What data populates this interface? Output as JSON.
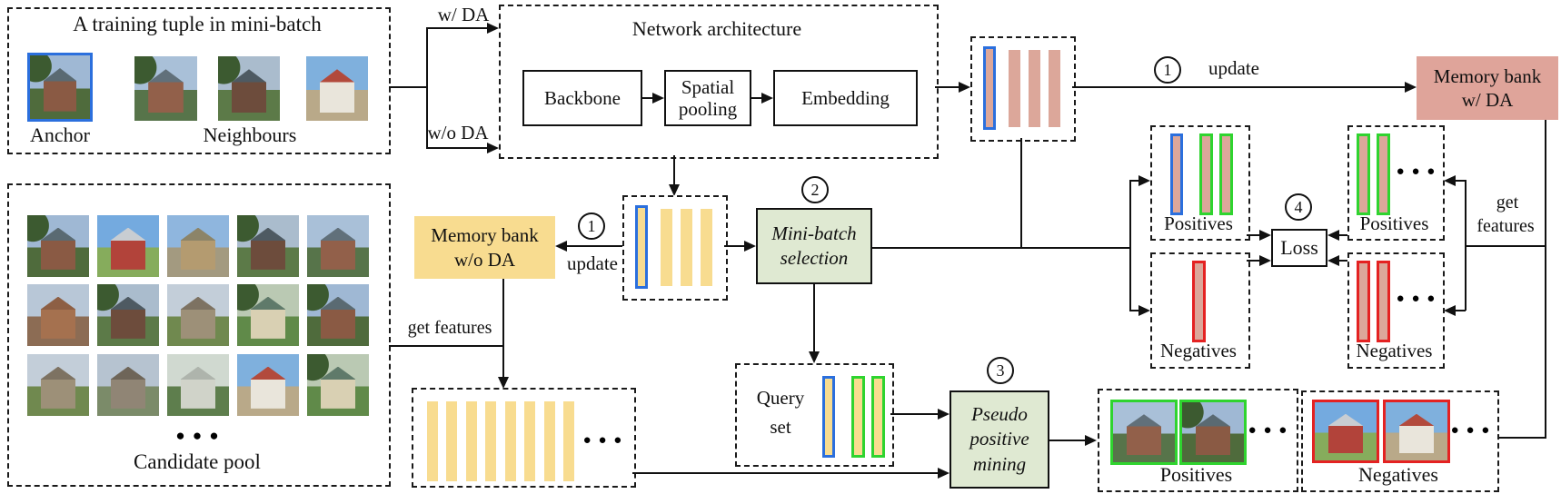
{
  "labels": {
    "training_title": "A training tuple in mini-batch",
    "anchor": "Anchor",
    "neighbours": "Neighbours",
    "candidate_pool": "Candidate pool",
    "w_da": "w/ DA",
    "wo_da": "w/o DA",
    "network_title": "Network architecture",
    "backbone": "Backbone",
    "spatial_pooling": "Spatial pooling",
    "embedding": "Embedding",
    "update_top": "update",
    "update_mid": "update",
    "memory_da_l1": "Memory bank",
    "memory_da_l2": "w/ DA",
    "memory_noda_l1": "Memory bank",
    "memory_noda_l2": "w/o DA",
    "minibatch_l1": "Mini-batch",
    "minibatch_l2": "selection",
    "query_l1": "Query",
    "query_l2": "set",
    "pseudo_l1": "Pseudo",
    "pseudo_l2": "positive",
    "pseudo_l3": "mining",
    "loss": "Loss",
    "positives_left": "Positives",
    "negatives_left": "Negatives",
    "positives_right": "Positives",
    "negatives_right": "Negatives",
    "positives_bottom": "Positives",
    "negatives_bottom": "Negatives",
    "get_features_left": "get features",
    "get_features_right_l1": "get",
    "get_features_right_l2": "features",
    "ellipsis": "● ● ●"
  },
  "steps": {
    "one": "1",
    "two": "2",
    "three": "3",
    "four": "4"
  },
  "colors": {
    "salmon_fill": "#dfa49a",
    "yellow_fill": "#f8dc90",
    "green_panel": "#dfe9d2",
    "blue_outline": "#2b6fdd",
    "green_outline": "#2fd42f",
    "red_outline": "#e42222"
  }
}
